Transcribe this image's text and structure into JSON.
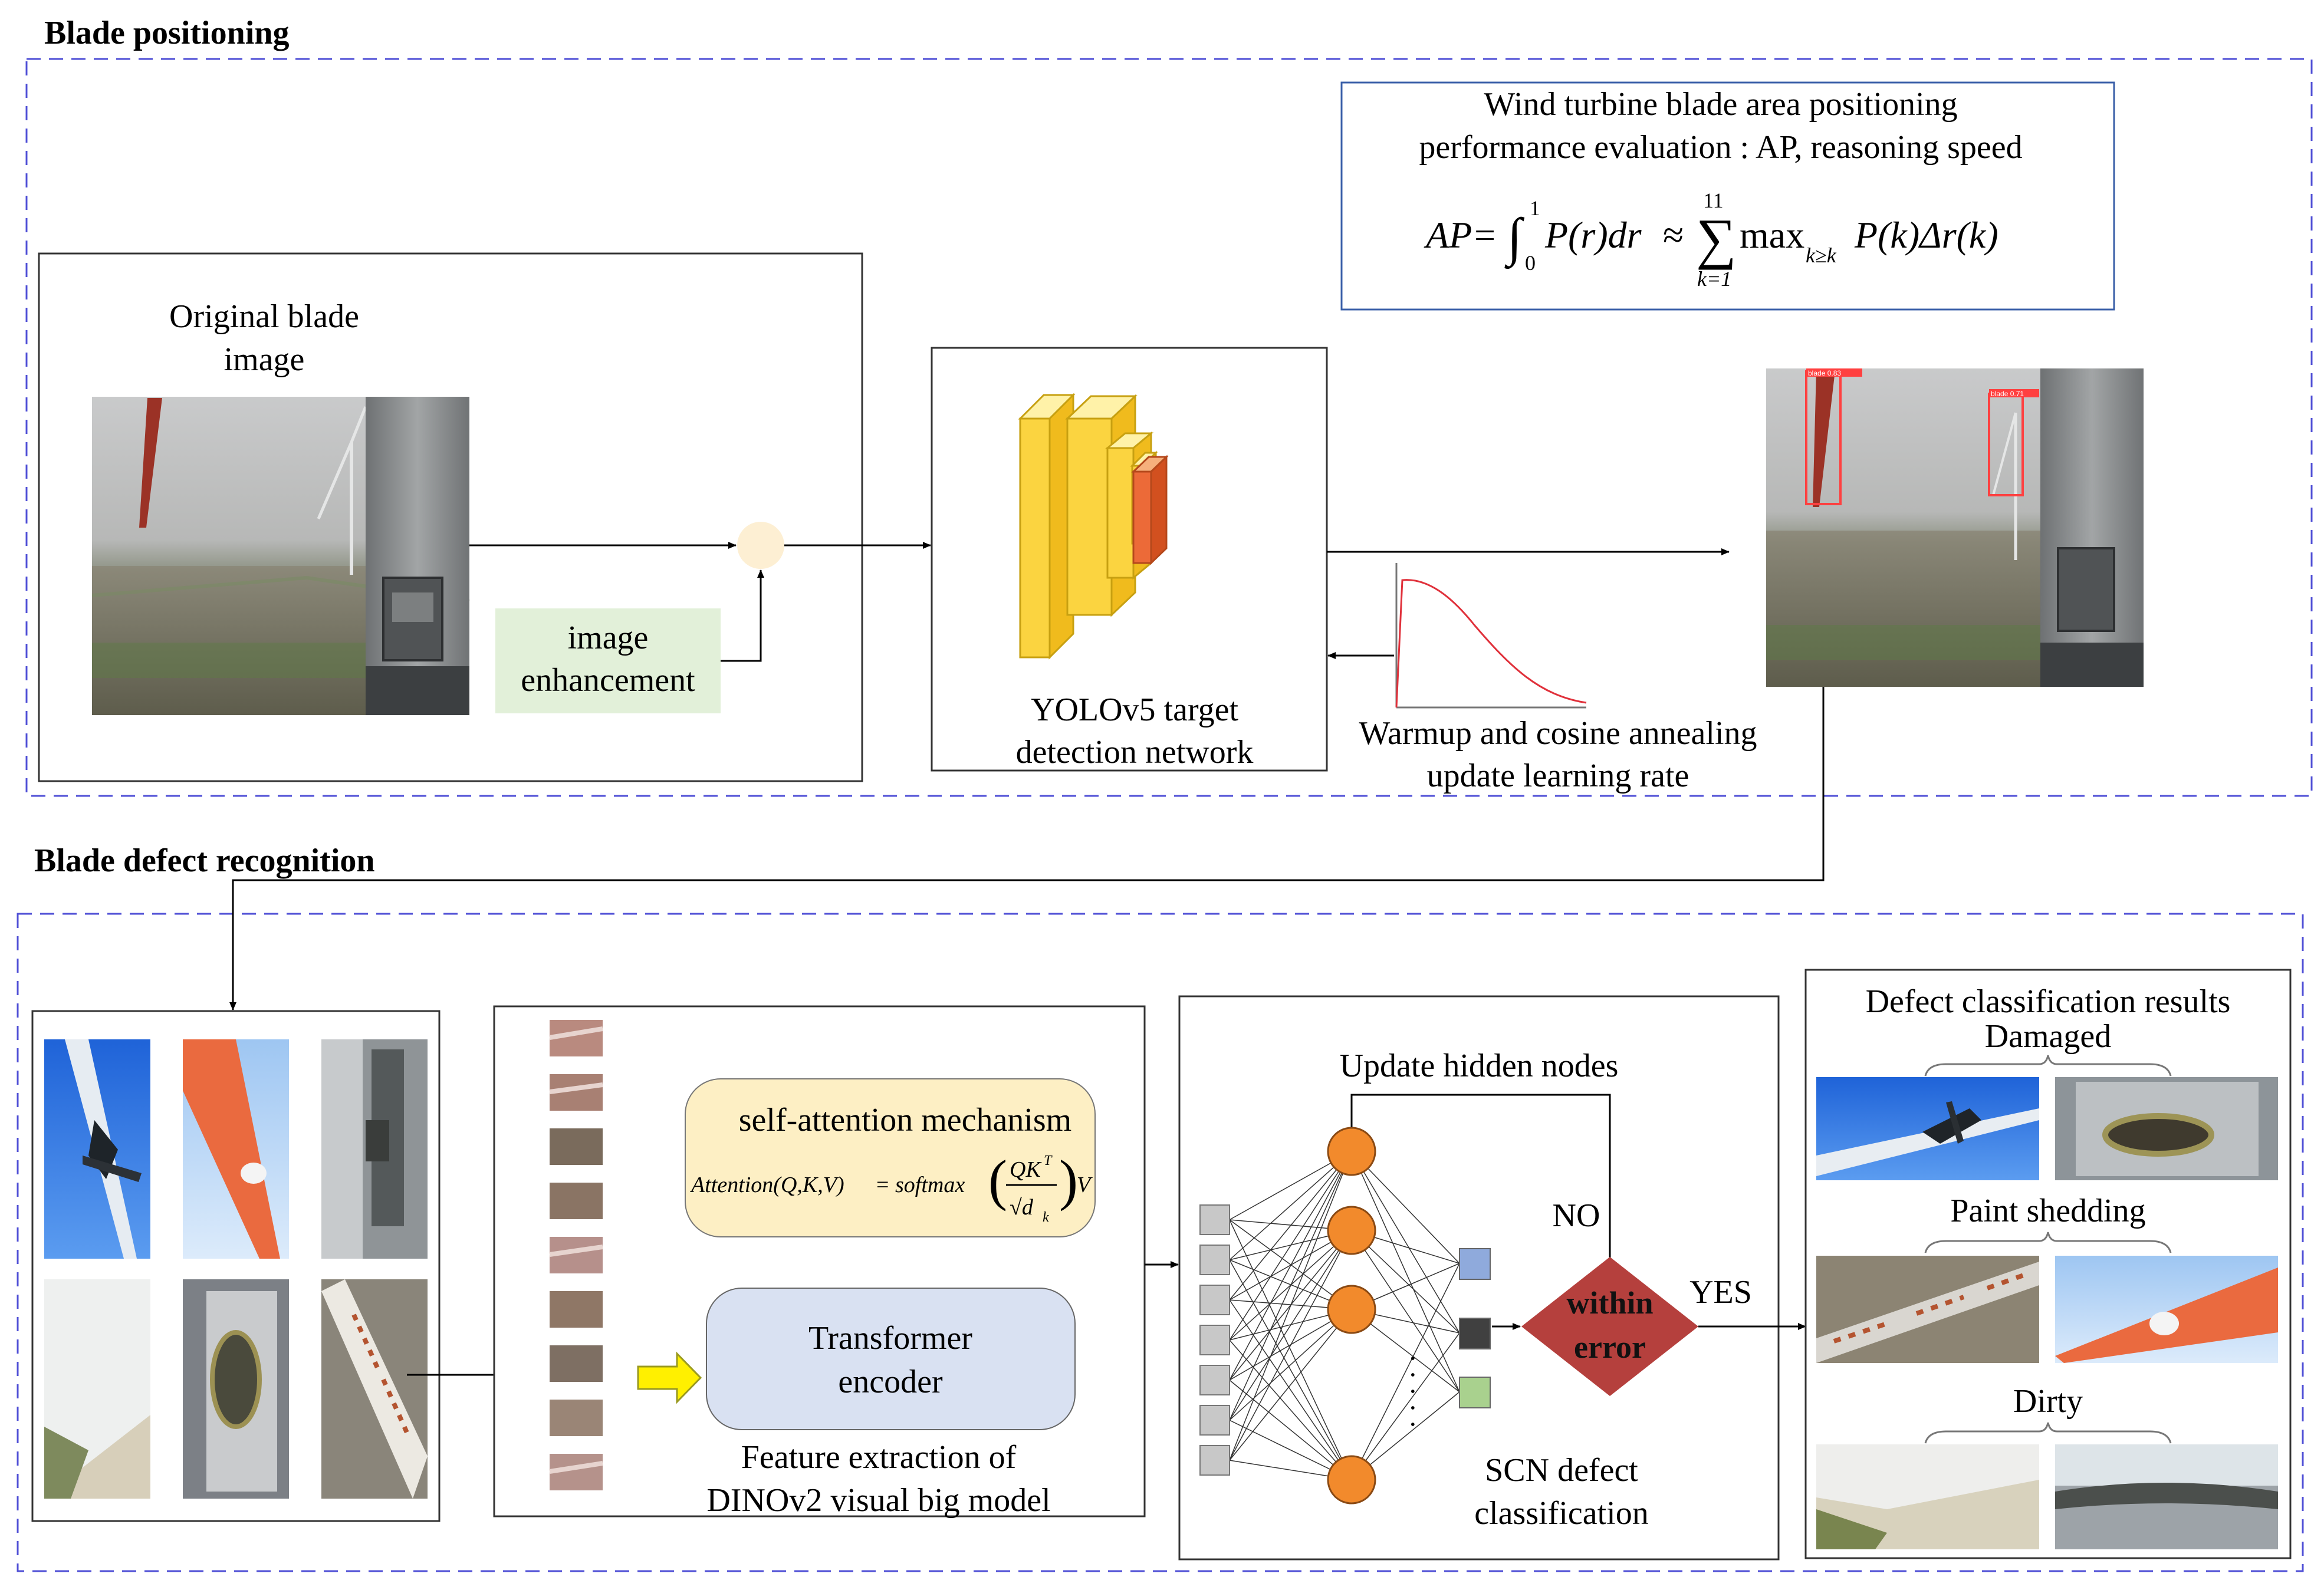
{
  "sections": {
    "positioning_title": "Blade positioning",
    "defect_title": "Blade defect recognition"
  },
  "positioning": {
    "original_image_label_line1": "Original blade",
    "original_image_label_line2": "image",
    "enhancement_line1": "image",
    "enhancement_line2": "enhancement",
    "yolo_line1": "YOLOv5 target",
    "yolo_line2": "detection network",
    "lr_line1": "Warmup and cosine annealing",
    "lr_line2": "update learning rate",
    "eval_line1": "Wind turbine blade area positioning",
    "eval_line2": "performance evaluation : AP, reasoning speed",
    "ap_formula": {
      "lhs": "AP",
      "eq": "=",
      "integral": "∫",
      "int_upper": "1",
      "int_lower": "0",
      "integrand": "P(r)dr",
      "approx": "≈",
      "sum": "∑",
      "sum_upper": "11",
      "sum_lower": "k=1",
      "max": "max",
      "max_sub": "k≥k",
      "rest": "P(k)Δr(k)"
    },
    "det_tag_1": "blade 0.83",
    "det_tag_2": "blade 0.71"
  },
  "defect": {
    "attention_title": "self-attention mechanism",
    "attention_formula": {
      "lhs": "Attention(Q,K,V)",
      "eq": "=",
      "fn": "softmax",
      "numerator": "QK",
      "numerator_sup": "T",
      "denominator": "√d",
      "denominator_sub": "k",
      "tail": "V"
    },
    "transformer_line1": "Transformer",
    "transformer_line2": "encoder",
    "feature_line1": "Feature extraction of",
    "feature_line2": "DINOv2 visual big model",
    "update_hidden": "Update hidden nodes",
    "no_label": "NO",
    "yes_label": "YES",
    "within_line1": "within",
    "within_line2": "error",
    "scn_line1": "SCN defect",
    "scn_line2": "classification",
    "results_title": "Defect classification results",
    "class_damaged": "Damaged",
    "class_paint": "Paint shedding",
    "class_dirty": "Dirty",
    "dots": "· · · · ·"
  },
  "colors": {
    "dashed_border": "#4f4fd6",
    "enhance_fill": "#e2f0d9",
    "attention_fill": "#fdefc4",
    "transformer_fill": "#d9e1f2",
    "node_orange": "#f28a2c",
    "diamond_red": "#b5403d",
    "junction": "#fdefd3",
    "output_blue": "#8faadc",
    "output_dark": "#404040",
    "output_green": "#a9d18e"
  }
}
